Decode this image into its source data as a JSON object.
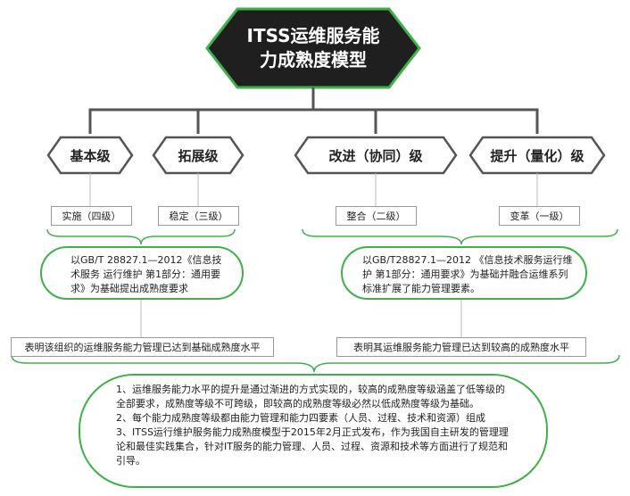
{
  "title": {
    "line1": "ITSS运维服务能",
    "line2": "力成熟度模型"
  },
  "levels": [
    {
      "name": "基本级",
      "stage": "实施（四级）"
    },
    {
      "name": "拓展级",
      "stage": "稳定（三级）"
    },
    {
      "name": "改进（协同）级",
      "stage": "整合（二级）"
    },
    {
      "name": "提升（量化）级",
      "stage": "变革（一级）"
    }
  ],
  "left_note": "以GB/T 28827.1—2012《信息技术服务 运行维护 第1部分：通用要求》为基础提出成熟度要求",
  "right_note": "以GB/T28827.1—2012 《信息技术服务运行维护 第1部分：通用要求》为基础并融合运维系列标准扩展了能力管理要素。",
  "left_summary": "表明该组织的运维服务能力管理已达到基础成熟度水平",
  "right_summary": "表明其运维服务能力管理已达到较高的成熟度水平",
  "bottom_notes": [
    "1、运维服务能力水平的提升是通过渐进的方式实现的，较高的成熟度等级涵盖了低等级的全部要求，成熟度等级不可跨级，即较高的成熟度等级必然以低成熟度等级为基础。",
    "2、每个能力成熟度等级都由能力管理和能力四要素（人员、过程、技术和资源）组成",
    "3、ITSS运行维护服务能力成熟度模型于2015年2月正式发布，作为我国自主研发的管理理论和最佳实践集合，针对IT服务的能力管理、人员、过程、资源和技术等方面进行了规范和引导。"
  ],
  "colors": {
    "accent": "#3fb04a",
    "dark_fill": "#1f1f1f",
    "line": "#555555"
  }
}
